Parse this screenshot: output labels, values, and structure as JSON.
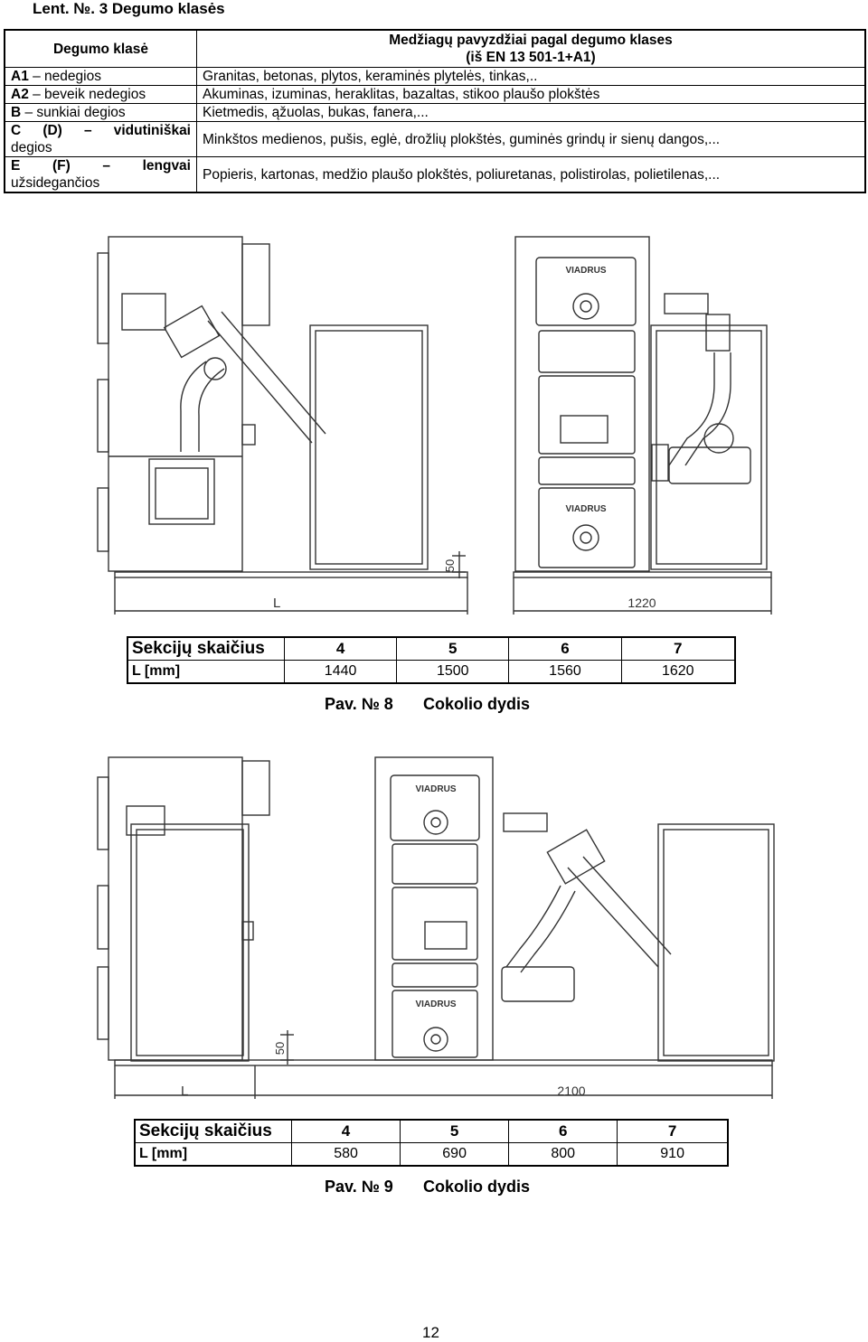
{
  "table": {
    "title": "Lent. №. 3 Degumo klasės",
    "header": {
      "col1": "Degumo klasė",
      "col2_line1": "Medžiagų pavyzdžiai pagal degumo klases",
      "col2_line2": "(iš EN 13 501-1+A1)"
    },
    "rows": [
      {
        "code": "A1",
        "name": " – nedegios",
        "examples": "Granitas, betonas, plytos, keraminės plytelės, tinkas,.."
      },
      {
        "code": "A2",
        "name": " – beveik nedegios",
        "examples": "Akuminas, izuminas, heraklitas, bazaltas, stikoo plaušo plokštės"
      },
      {
        "code": "B",
        "name": " – sunkiai degios",
        "examples": "Kietmedis, ąžuolas, bukas, fanera,..."
      },
      {
        "code": "C (D) – vidutiniškai",
        "name": "degios",
        "examples": "Minkštos medienos, pušis, eglė, drožlių plokštės, guminės grindų ir sienų dangos,..."
      },
      {
        "code": "E (F) – lengvai",
        "name": "užsidegančios",
        "examples": "Popieris, kartonas, medžio plaušo plokštės, poliuretanas, polistirolas, polietilenas,..."
      }
    ]
  },
  "figure8": {
    "brand": "VIADRUS",
    "dim_height": "50",
    "dim_L": "L",
    "dim_right": "1220",
    "sections_label": "Sekcijų skaičius",
    "sections": [
      "4",
      "5",
      "6",
      "7"
    ],
    "l_label": "L [mm]",
    "l_values": [
      "1440",
      "1500",
      "1560",
      "1620"
    ],
    "caption_num": "Pav. № 8",
    "caption_text": "Cokolio dydis"
  },
  "figure9": {
    "brand": "VIADRUS",
    "dim_height": "50",
    "dim_L": "L",
    "dim_right": "2100",
    "sections_label": "Sekcijų skaičius",
    "sections": [
      "4",
      "5",
      "6",
      "7"
    ],
    "l_label": "L [mm]",
    "l_values": [
      "580",
      "690",
      "800",
      "910"
    ],
    "caption_num": "Pav. № 9",
    "caption_text": "Cokolio dydis"
  },
  "page_number": "12"
}
